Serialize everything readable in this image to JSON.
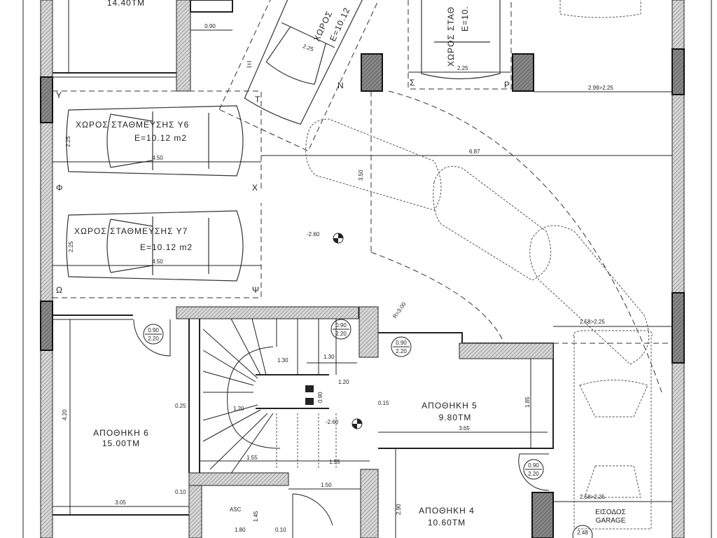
{
  "rooms": {
    "top_left_area": "14.40TM",
    "storage_6": {
      "name": "ΑΠΟΘΗΚΗ 6",
      "area": "15.00TM"
    },
    "storage_5": {
      "name": "ΑΠΟΘΗΚΗ 5",
      "area": "9.80TM"
    },
    "storage_4": {
      "name": "ΑΠΟΘΗΚΗ 4",
      "area": "10.60TM"
    },
    "elevator": "ASC",
    "entrance": {
      "line1": "ΕΙΣΟΔΟΣ",
      "line2": "GARAGE"
    }
  },
  "parking": {
    "y6": {
      "name": "ΧΩΡΟΣ ΣΤΑΘΜΕΥΣΗΣ Υ6",
      "area": "E=10.12 m2",
      "corners": [
        "Υ",
        "Τ",
        "Φ",
        "Χ"
      ]
    },
    "y7": {
      "name": "ΧΩΡΟΣ ΣΤΑΘΜΕΥΣΗΣ Υ7",
      "area": "E=10.12 m2",
      "corners": [
        "Ω",
        "Ψ"
      ]
    },
    "rotated": {
      "name": "ΧΩΡΟΣ",
      "area": "E=10.12",
      "corners": [
        "Ξ",
        "Ν"
      ]
    },
    "top_middle": {
      "name": "ΧΩΡΟΣ ΣΤΑΘ",
      "area": "E=10.",
      "corners": [
        "Σ",
        "Ρ"
      ]
    }
  },
  "doors": {
    "standard": [
      "0.90",
      "2.20"
    ],
    "garage": "2.48"
  },
  "levels": [
    "-2.60",
    "-2.60"
  ],
  "dimensions": {
    "d090": "0.90",
    "d225": "2.25",
    "d450": "4.50",
    "d299": "2.99>2.25",
    "d687": "6.87",
    "d350": "3.50",
    "d258": "2.58>2.25",
    "d365": "3.65",
    "d185": "1.85",
    "d420": "4.20",
    "d305": "3.05",
    "d130": "1.30",
    "d120": "1.20",
    "d155": "1.55",
    "d150": "1.50",
    "d180": "1.80",
    "d010": "0.10",
    "d015": "0.15",
    "d025": "0.25",
    "d145": "1.45",
    "d290": "2.90",
    "d300": "R=3.00"
  }
}
